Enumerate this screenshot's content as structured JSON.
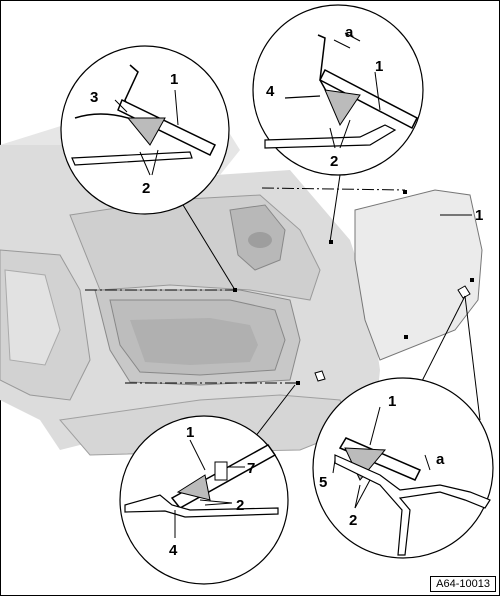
{
  "figure": {
    "reference": "A64-10013",
    "callouts": {
      "c1": "1",
      "c2": "2",
      "c3": "3",
      "c4": "4",
      "c5": "5",
      "c7": "7",
      "ca": "a"
    }
  },
  "details": {
    "top_left": {
      "labels": [
        "3",
        "1",
        "2"
      ]
    },
    "top_right": {
      "labels": [
        "a",
        "4",
        "1",
        "2"
      ]
    },
    "bottom_left": {
      "labels": [
        "1",
        "7",
        "2",
        "4"
      ]
    },
    "bottom_right": {
      "labels": [
        "1",
        "5",
        "a",
        "2"
      ]
    }
  }
}
